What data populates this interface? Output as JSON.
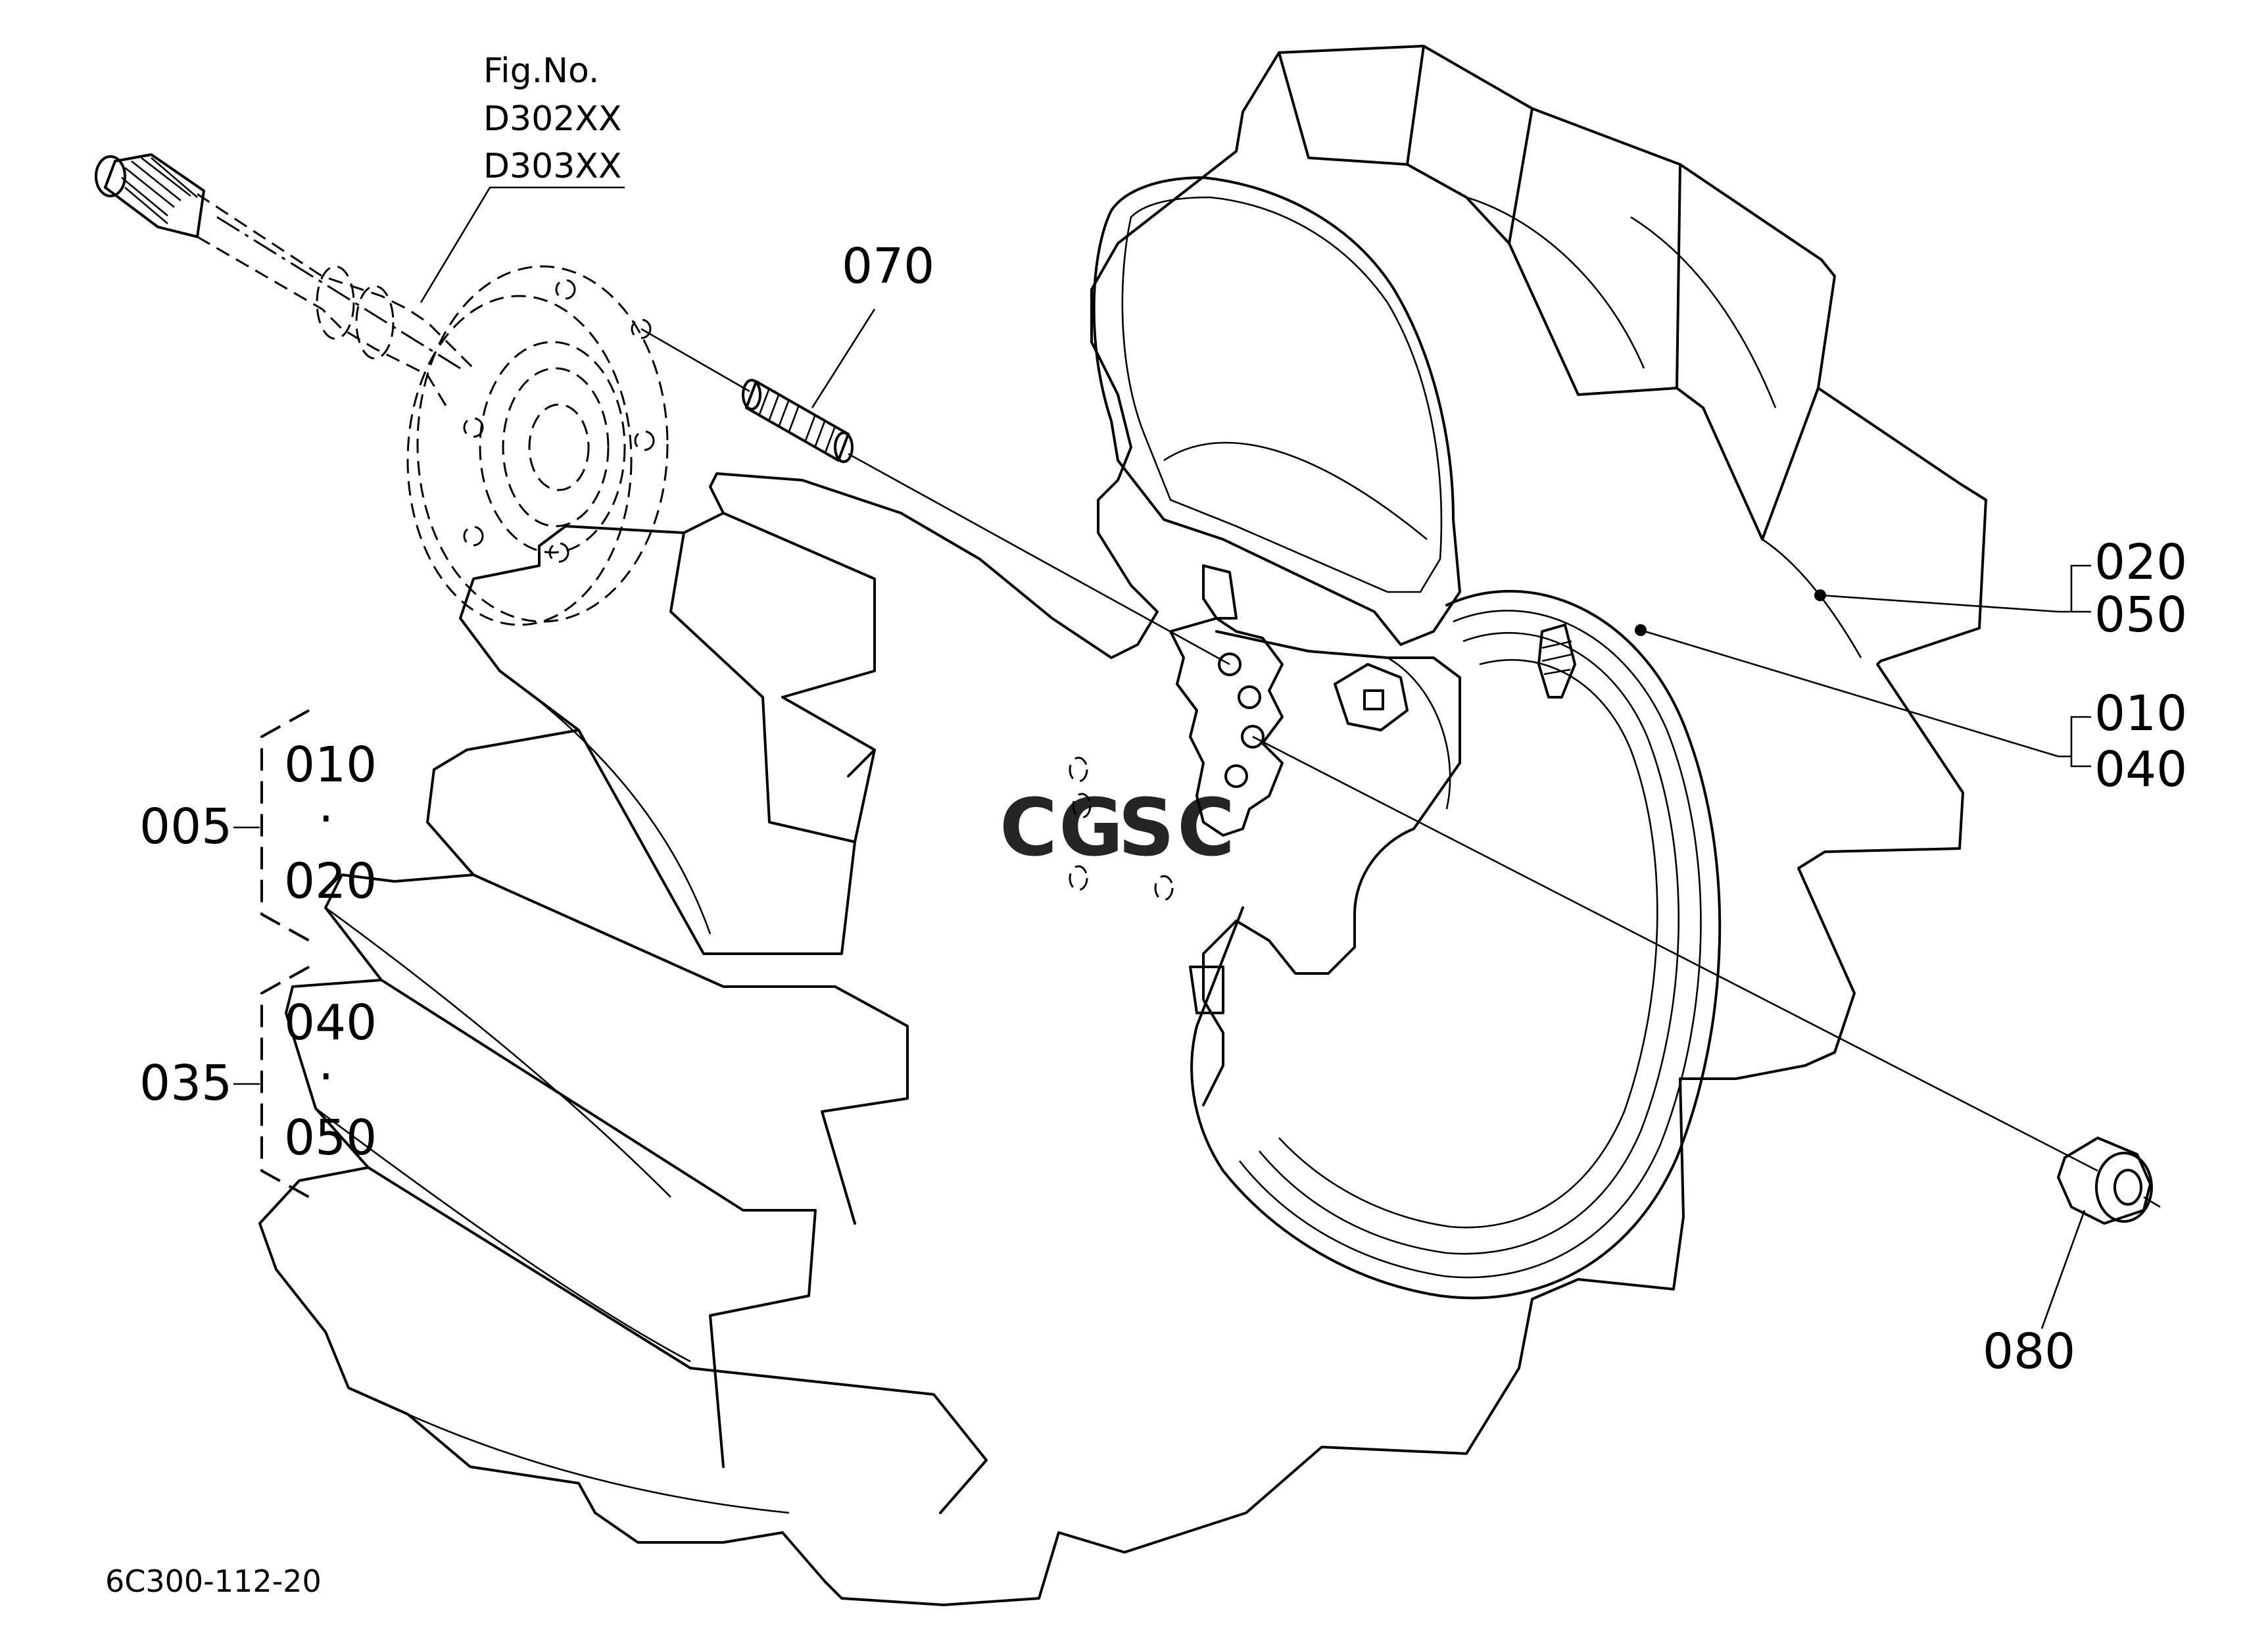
{
  "figure": {
    "fig_no_label": "Fig.No.",
    "fig_codes": [
      "D302XX",
      "D303XX"
    ],
    "drawing_code": "6C300-112-20"
  },
  "callouts": {
    "c070": "070",
    "c080": "080",
    "c020": "020",
    "c050": "050",
    "c010": "010",
    "c040": "040"
  },
  "assemblies": [
    {
      "id": "005",
      "parts": [
        "010",
        "020"
      ],
      "separator": "·"
    },
    {
      "id": "035",
      "parts": [
        "040",
        "050"
      ],
      "separator": "·"
    }
  ],
  "watermark": {
    "text": "CGSC",
    "colors": [
      "#4a86e8",
      "#ea4335",
      "#fbbc04",
      "#34a853"
    ]
  }
}
